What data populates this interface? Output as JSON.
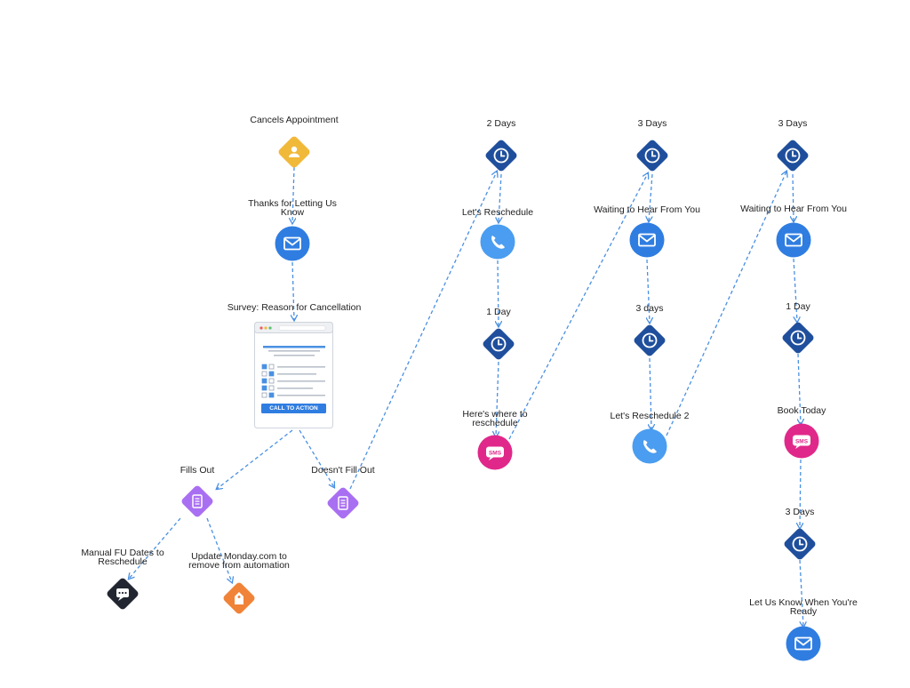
{
  "colors": {
    "edge": "#4a90e2",
    "wait": "#1f4f9c",
    "email": "#2f7de1",
    "phone": "#4a9df0",
    "sms": "#e0288a",
    "form": "#a96ff2",
    "contact": "#f1b93a",
    "note": "#222630",
    "tag": "#f08338"
  },
  "labels": {
    "cancels": "Cancels Appointment",
    "thanks_1": "Thanks for Letting Us",
    "thanks_2": "Know",
    "survey": "Survey: Reason for Cancellation",
    "fills_out": "Fills Out",
    "doesnt_fill_out": "Doesn't Fill Out",
    "manual_1": "Manual FU Dates to",
    "manual_2": "Reschedule",
    "update_1": "Update Monday.com to",
    "update_2": "remove from automation",
    "c1_wait1": "2 Days",
    "c1_reschedule": "Let's Reschedule",
    "c1_wait2": "1 Day",
    "c1_here_1": "Here's where to",
    "c1_here_2": "reschedule",
    "c2_wait1": "3 Days",
    "c2_waiting": "Waiting to Hear From You",
    "c2_wait2": "3 days",
    "c2_reschedule2": "Let's Reschedule 2",
    "c3_wait1": "3 Days",
    "c3_waiting": "Waiting to Hear From You",
    "c3_wait2": "1 Day",
    "c3_book": "Book Today",
    "c3_wait3": "3 Days",
    "c3_letusknow_1": "Let Us Know When You're",
    "c3_letusknow_2": "Ready"
  },
  "survey_card": {
    "cta": "CALL TO ACTION"
  },
  "icons": {
    "contact": "person-icon",
    "email": "envelope-icon",
    "wait": "clock-icon",
    "phone": "phone-icon",
    "sms": "sms-icon",
    "form": "form-icon",
    "note": "chat-bubble-icon",
    "tag": "tag-icon",
    "sms_text": "SMS"
  }
}
